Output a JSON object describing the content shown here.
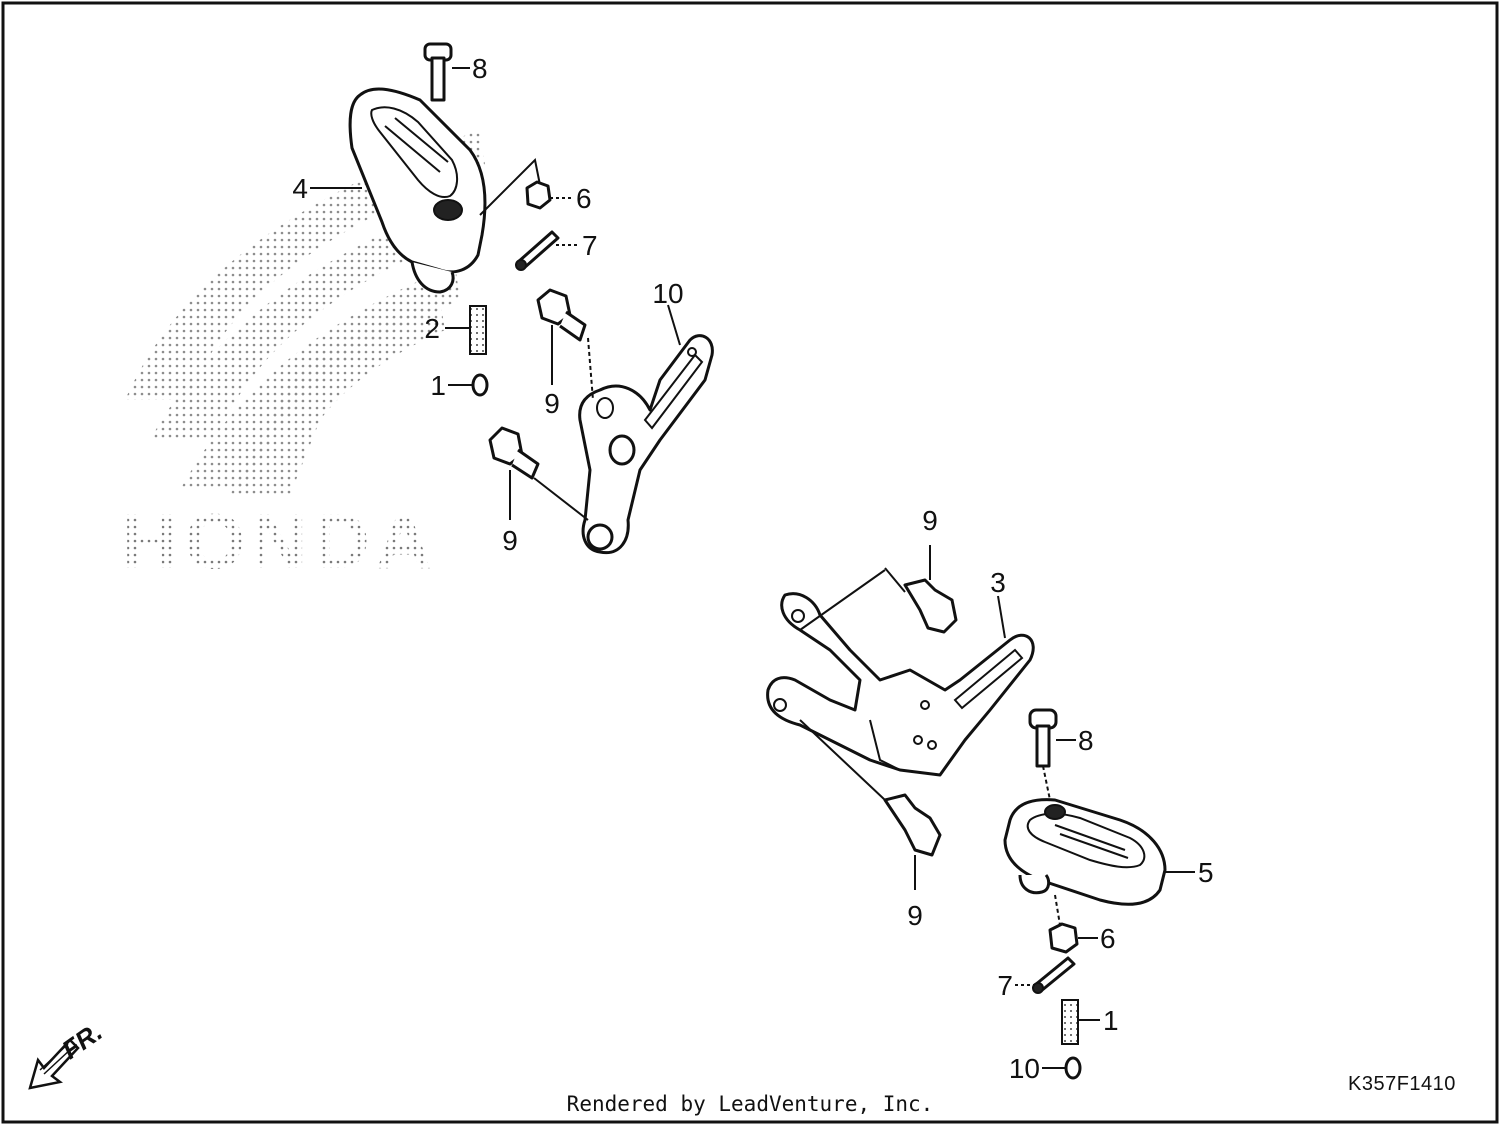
{
  "diagram": {
    "watermark_text": "HONDA",
    "direction_label": "FR.",
    "figure_code": "K357F1410",
    "footer": "Rendered by LeadVenture, Inc.",
    "callouts": [
      {
        "id": "c8a",
        "label": "8"
      },
      {
        "id": "c4",
        "label": "4"
      },
      {
        "id": "c6a",
        "label": "6"
      },
      {
        "id": "c7a",
        "label": "7"
      },
      {
        "id": "c2",
        "label": "2"
      },
      {
        "id": "c1a",
        "label": "1"
      },
      {
        "id": "c10a",
        "label": "10"
      },
      {
        "id": "c9a",
        "label": "9"
      },
      {
        "id": "c9b",
        "label": "9"
      },
      {
        "id": "c9c",
        "label": "9"
      },
      {
        "id": "c3",
        "label": "3"
      },
      {
        "id": "c8b",
        "label": "8"
      },
      {
        "id": "c9d",
        "label": "9"
      },
      {
        "id": "c5",
        "label": "5"
      },
      {
        "id": "c6b",
        "label": "6"
      },
      {
        "id": "c7b",
        "label": "7"
      },
      {
        "id": "c1b",
        "label": "1"
      },
      {
        "id": "c10b",
        "label": "10"
      }
    ]
  }
}
